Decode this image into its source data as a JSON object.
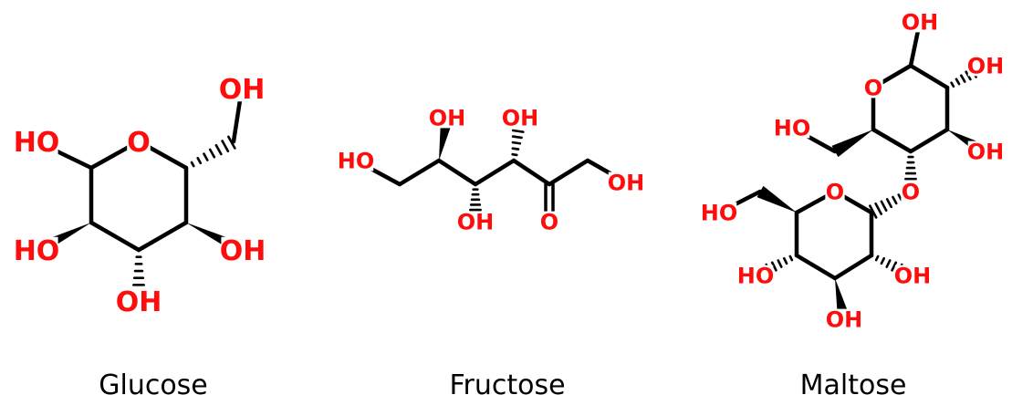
{
  "colors": {
    "bond": "#000000",
    "heteroatom": "#ff0d0d",
    "background": "#ffffff"
  },
  "molecules": [
    {
      "name": "Glucose",
      "atoms": [
        {
          "id": "ring_o",
          "label": "O"
        },
        {
          "id": "c1",
          "label": ""
        },
        {
          "id": "c2",
          "label": ""
        },
        {
          "id": "c3",
          "label": ""
        },
        {
          "id": "c4",
          "label": ""
        },
        {
          "id": "c5",
          "label": ""
        },
        {
          "id": "c6",
          "label": ""
        },
        {
          "id": "o1",
          "label": "HO"
        },
        {
          "id": "o2",
          "label": "HO"
        },
        {
          "id": "o3",
          "label": "OH"
        },
        {
          "id": "o4",
          "label": "OH"
        },
        {
          "id": "o6",
          "label": "OH"
        }
      ],
      "bonds": [
        {
          "a": "ring_o",
          "b": "c1",
          "style": "single"
        },
        {
          "a": "c1",
          "b": "c2",
          "style": "single"
        },
        {
          "a": "c2",
          "b": "c3",
          "style": "single"
        },
        {
          "a": "c3",
          "b": "c4",
          "style": "single"
        },
        {
          "a": "c4",
          "b": "c5",
          "style": "single"
        },
        {
          "a": "c5",
          "b": "ring_o",
          "style": "single"
        },
        {
          "a": "c1",
          "b": "o1",
          "style": "single"
        },
        {
          "a": "c2",
          "b": "o2",
          "style": "wedge"
        },
        {
          "a": "c3",
          "b": "o3",
          "style": "hash"
        },
        {
          "a": "c4",
          "b": "o4",
          "style": "wedge"
        },
        {
          "a": "c5",
          "b": "c6",
          "style": "hash"
        },
        {
          "a": "c6",
          "b": "o6",
          "style": "single"
        }
      ]
    },
    {
      "name": "Fructose",
      "atoms": [
        {
          "id": "o1",
          "label": "HO"
        },
        {
          "id": "c1",
          "label": ""
        },
        {
          "id": "c2",
          "label": ""
        },
        {
          "id": "c3",
          "label": ""
        },
        {
          "id": "c4",
          "label": ""
        },
        {
          "id": "c5",
          "label": ""
        },
        {
          "id": "c6",
          "label": ""
        },
        {
          "id": "o2",
          "label": "OH"
        },
        {
          "id": "o3",
          "label": "OH"
        },
        {
          "id": "o4",
          "label": "OH"
        },
        {
          "id": "o5",
          "label": "O"
        },
        {
          "id": "o6",
          "label": "OH"
        }
      ],
      "bonds": [
        {
          "a": "o1",
          "b": "c1",
          "style": "single"
        },
        {
          "a": "c1",
          "b": "c2",
          "style": "single"
        },
        {
          "a": "c2",
          "b": "c3",
          "style": "single"
        },
        {
          "a": "c3",
          "b": "c4",
          "style": "single"
        },
        {
          "a": "c4",
          "b": "c5",
          "style": "single"
        },
        {
          "a": "c5",
          "b": "c6",
          "style": "single"
        },
        {
          "a": "c6",
          "b": "o6",
          "style": "single"
        },
        {
          "a": "c2",
          "b": "o2",
          "style": "wedge"
        },
        {
          "a": "c3",
          "b": "o3",
          "style": "hash"
        },
        {
          "a": "c4",
          "b": "o4",
          "style": "hash"
        },
        {
          "a": "c5",
          "b": "o5",
          "style": "double"
        }
      ]
    },
    {
      "name": "Maltose",
      "atoms": [
        {
          "id": "u_o",
          "label": "O"
        },
        {
          "id": "u_c1",
          "label": ""
        },
        {
          "id": "u_c2",
          "label": ""
        },
        {
          "id": "u_c3",
          "label": ""
        },
        {
          "id": "u_c4",
          "label": ""
        },
        {
          "id": "u_c5",
          "label": ""
        },
        {
          "id": "u_c6",
          "label": ""
        },
        {
          "id": "u_o1",
          "label": "OH"
        },
        {
          "id": "u_o2",
          "label": "OH"
        },
        {
          "id": "u_o3",
          "label": "OH"
        },
        {
          "id": "u_o6",
          "label": "HO"
        },
        {
          "id": "link_o",
          "label": "O"
        },
        {
          "id": "l_o",
          "label": "O"
        },
        {
          "id": "l_c1",
          "label": ""
        },
        {
          "id": "l_c2",
          "label": ""
        },
        {
          "id": "l_c3",
          "label": ""
        },
        {
          "id": "l_c4",
          "label": ""
        },
        {
          "id": "l_c5",
          "label": ""
        },
        {
          "id": "l_c6",
          "label": ""
        },
        {
          "id": "l_o2",
          "label": "OH"
        },
        {
          "id": "l_o3",
          "label": "OH"
        },
        {
          "id": "l_o4",
          "label": "HO"
        },
        {
          "id": "l_o6",
          "label": "HO"
        }
      ],
      "bonds": [
        {
          "a": "u_o",
          "b": "u_c1",
          "style": "single"
        },
        {
          "a": "u_c1",
          "b": "u_c2",
          "style": "single"
        },
        {
          "a": "u_c2",
          "b": "u_c3",
          "style": "single"
        },
        {
          "a": "u_c3",
          "b": "u_c4",
          "style": "single"
        },
        {
          "a": "u_c4",
          "b": "u_c5",
          "style": "single"
        },
        {
          "a": "u_c5",
          "b": "u_o",
          "style": "single"
        },
        {
          "a": "u_c1",
          "b": "u_o1",
          "style": "single"
        },
        {
          "a": "u_c2",
          "b": "u_o2",
          "style": "hash"
        },
        {
          "a": "u_c3",
          "b": "u_o3",
          "style": "wedge"
        },
        {
          "a": "u_c5",
          "b": "u_c6",
          "style": "wedge"
        },
        {
          "a": "u_c6",
          "b": "u_o6",
          "style": "single"
        },
        {
          "a": "u_c4",
          "b": "link_o",
          "style": "hash"
        },
        {
          "a": "link_o",
          "b": "l_c1",
          "style": "hash"
        },
        {
          "a": "l_o",
          "b": "l_c1",
          "style": "single"
        },
        {
          "a": "l_c1",
          "b": "l_c2",
          "style": "single"
        },
        {
          "a": "l_c2",
          "b": "l_c3",
          "style": "single"
        },
        {
          "a": "l_c3",
          "b": "l_c4",
          "style": "single"
        },
        {
          "a": "l_c4",
          "b": "l_c5",
          "style": "single"
        },
        {
          "a": "l_c5",
          "b": "l_o",
          "style": "single"
        },
        {
          "a": "l_c2",
          "b": "l_o2",
          "style": "hash"
        },
        {
          "a": "l_c3",
          "b": "l_o3",
          "style": "wedge"
        },
        {
          "a": "l_c4",
          "b": "l_o4",
          "style": "hash"
        },
        {
          "a": "l_c5",
          "b": "l_c6",
          "style": "wedge"
        },
        {
          "a": "l_c6",
          "b": "l_o6",
          "style": "single"
        }
      ]
    }
  ]
}
